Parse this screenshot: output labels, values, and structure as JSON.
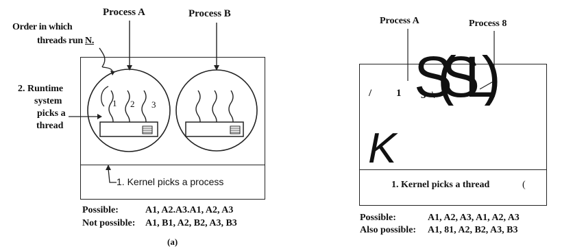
{
  "left": {
    "process_a": "Process A",
    "process_b": "Process B",
    "order_label_1": "Order in which",
    "order_label_2": "threads run",
    "order_label_n": "N.",
    "runtime_1": "2. Runtime",
    "runtime_2": "system",
    "runtime_3": "picks a",
    "runtime_4": "thread",
    "thread_1": "1",
    "thread_2": "2",
    "thread_3": "3",
    "kernel_label": "1. Kernel picks a process",
    "possible_label": "Possible:",
    "possible_value": "A1, A2.A3.A1, A2, A3",
    "not_possible_label": "Not possible:",
    "not_possible_value": "A1, B1, A2, B2, A3, B3",
    "caption": "(a)"
  },
  "right": {
    "process_a": "Process A",
    "process_b": "Process 8",
    "garbled_slash": "/",
    "garbled_1": "1",
    "garbled_3": "3",
    "garbled_backslash": "\\",
    "garbled_big": "S(SL)",
    "garbled_k": "K",
    "kernel_label": "1. Kernel picks a thread",
    "kernel_paren": "(",
    "possible_label": "Possible:",
    "possible_value": "A1, A2, A3, A1, A2, A3",
    "also_label": "Also possible:",
    "also_value": "A1, 81, A2, B2, A3, B3"
  }
}
